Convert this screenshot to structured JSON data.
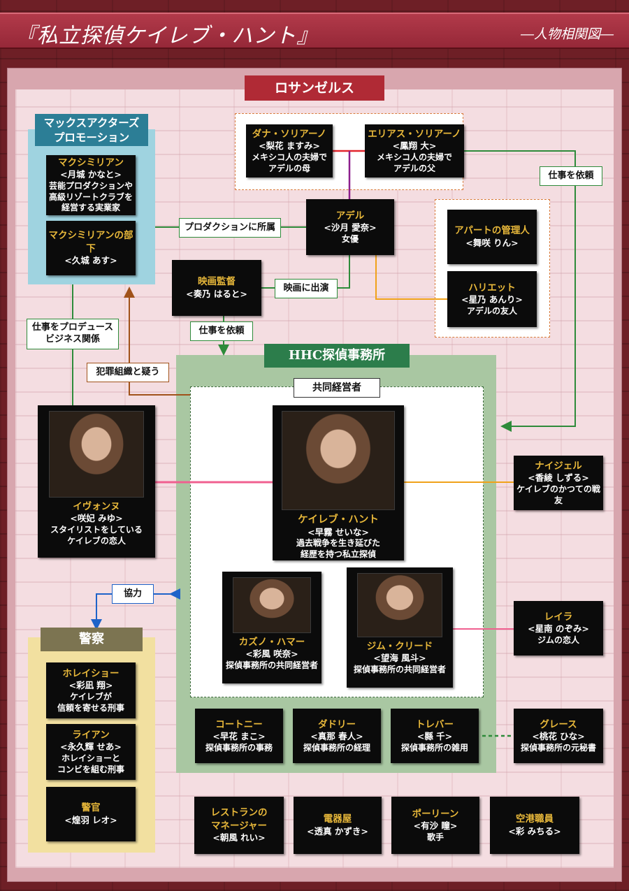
{
  "header": {
    "title": "『私立探偵ケイレブ・ハント』",
    "subtitle": "―人物相関図―"
  },
  "sections": {
    "la": "ロサンゼルス",
    "maxx": "マックスアクターズ\nプロモーション",
    "hhc": "HHC探偵事務所",
    "coop": "共同経営者",
    "police": "警察"
  },
  "people": {
    "dana": {
      "name": "ダナ・ソリアーノ",
      "actor": "<梨花 ますみ>",
      "desc": "メキシコ人の夫婦で\nアデルの母"
    },
    "elias": {
      "name": "エリアス・ソリアーノ",
      "actor": "<鳳翔 大>",
      "desc": "メキシコ人の夫婦で\nアデルの父"
    },
    "adele": {
      "name": "アデル",
      "actor": "<沙月 愛奈>",
      "desc": "女優"
    },
    "max": {
      "name": "マクシミリアン",
      "actor": "<月城 かなと>",
      "desc": "芸能プロダクションや\n高級リゾートクラブを\n経営する実業家"
    },
    "maxsub": {
      "name": "マクシミリアンの部下",
      "actor": "<久城 あす>",
      "desc": ""
    },
    "director": {
      "name": "映画監督",
      "actor": "<奏乃 はると>",
      "desc": ""
    },
    "manager": {
      "name": "アパートの管理人",
      "actor": "<舞咲 りん>",
      "desc": ""
    },
    "harriet": {
      "name": "ハリエット",
      "actor": "<星乃 あんり>",
      "desc": "アデルの友人"
    },
    "ivonne": {
      "name": "イヴォンヌ",
      "actor": "<咲妃 みゆ>",
      "desc": "スタイリストをしている\nケイレブの恋人"
    },
    "caleb": {
      "name": "ケイレブ・ハント",
      "actor": "<早霧 せいな>",
      "desc": "過去戦争を生き延びた\n経歴を持つ私立探偵"
    },
    "nigel": {
      "name": "ナイジェル",
      "actor": "<香綾 しずる>",
      "desc": "ケイレブのかつての戦友"
    },
    "kazuno": {
      "name": "カズノ・ハマー",
      "actor": "<彩風 咲奈>",
      "desc": "探偵事務所の共同経営者"
    },
    "jim": {
      "name": "ジム・クリード",
      "actor": "<望海 風斗>",
      "desc": "探偵事務所の共同経営者"
    },
    "leila": {
      "name": "レイラ",
      "actor": "<星南 のぞみ>",
      "desc": "ジムの恋人"
    },
    "horatio": {
      "name": "ホレイショー",
      "actor": "<彩凪 翔>",
      "desc": "ケイレブが\n信頼を寄せる刑事"
    },
    "ryan": {
      "name": "ライアン",
      "actor": "<永久輝 せあ>",
      "desc": "ホレイショーと\nコンビを組む刑事"
    },
    "officer": {
      "name": "警官",
      "actor": "<煌羽 レオ>",
      "desc": ""
    },
    "courtney": {
      "name": "コートニー",
      "actor": "<早花 まこ>",
      "desc": "探偵事務所の事務"
    },
    "dudley": {
      "name": "ダドリー",
      "actor": "<真那 春人>",
      "desc": "探偵事務所の経理"
    },
    "trevor": {
      "name": "トレバー",
      "actor": "<縣 千>",
      "desc": "探偵事務所の雑用"
    },
    "grace": {
      "name": "グレース",
      "actor": "<桃花 ひな>",
      "desc": "探偵事務所の元秘書"
    },
    "restaurant": {
      "name": "レストランの\nマネージャー",
      "actor": "<朝風 れい>",
      "desc": ""
    },
    "electric": {
      "name": "電器屋",
      "actor": "<透真 かずき>",
      "desc": ""
    },
    "pauline": {
      "name": "ポーリーン",
      "actor": "<有沙 瞳>",
      "desc": "歌手"
    },
    "airport": {
      "name": "空港職員",
      "actor": "<彩 みちる>",
      "desc": ""
    }
  },
  "relations": {
    "request1": "仕事を依頼",
    "production": "プロダクションに所属",
    "film": "映画に出演",
    "request2": "仕事を依頼",
    "produce": "仕事をプロデュース\nビジネス関係",
    "suspect": "犯罪組織と疑う",
    "cooperate": "協力"
  },
  "colors": {
    "la_label": "#b02a35",
    "maxx_bg": "#9fd3e0",
    "maxx_label": "#2c7e96",
    "hhc_bg": "#a9c7a2",
    "hhc_label": "#2c7d4b",
    "police_bg": "#f2e0a0",
    "police_label": "#7c7451",
    "name_gold": "#e8b83a",
    "line_green": "#2e8b3a",
    "line_red": "#e2242c",
    "line_purple": "#8c1f8c",
    "line_orange": "#f0a21a",
    "line_pink": "#f06090",
    "line_brown": "#a0521a",
    "line_blue": "#1e63c9"
  }
}
